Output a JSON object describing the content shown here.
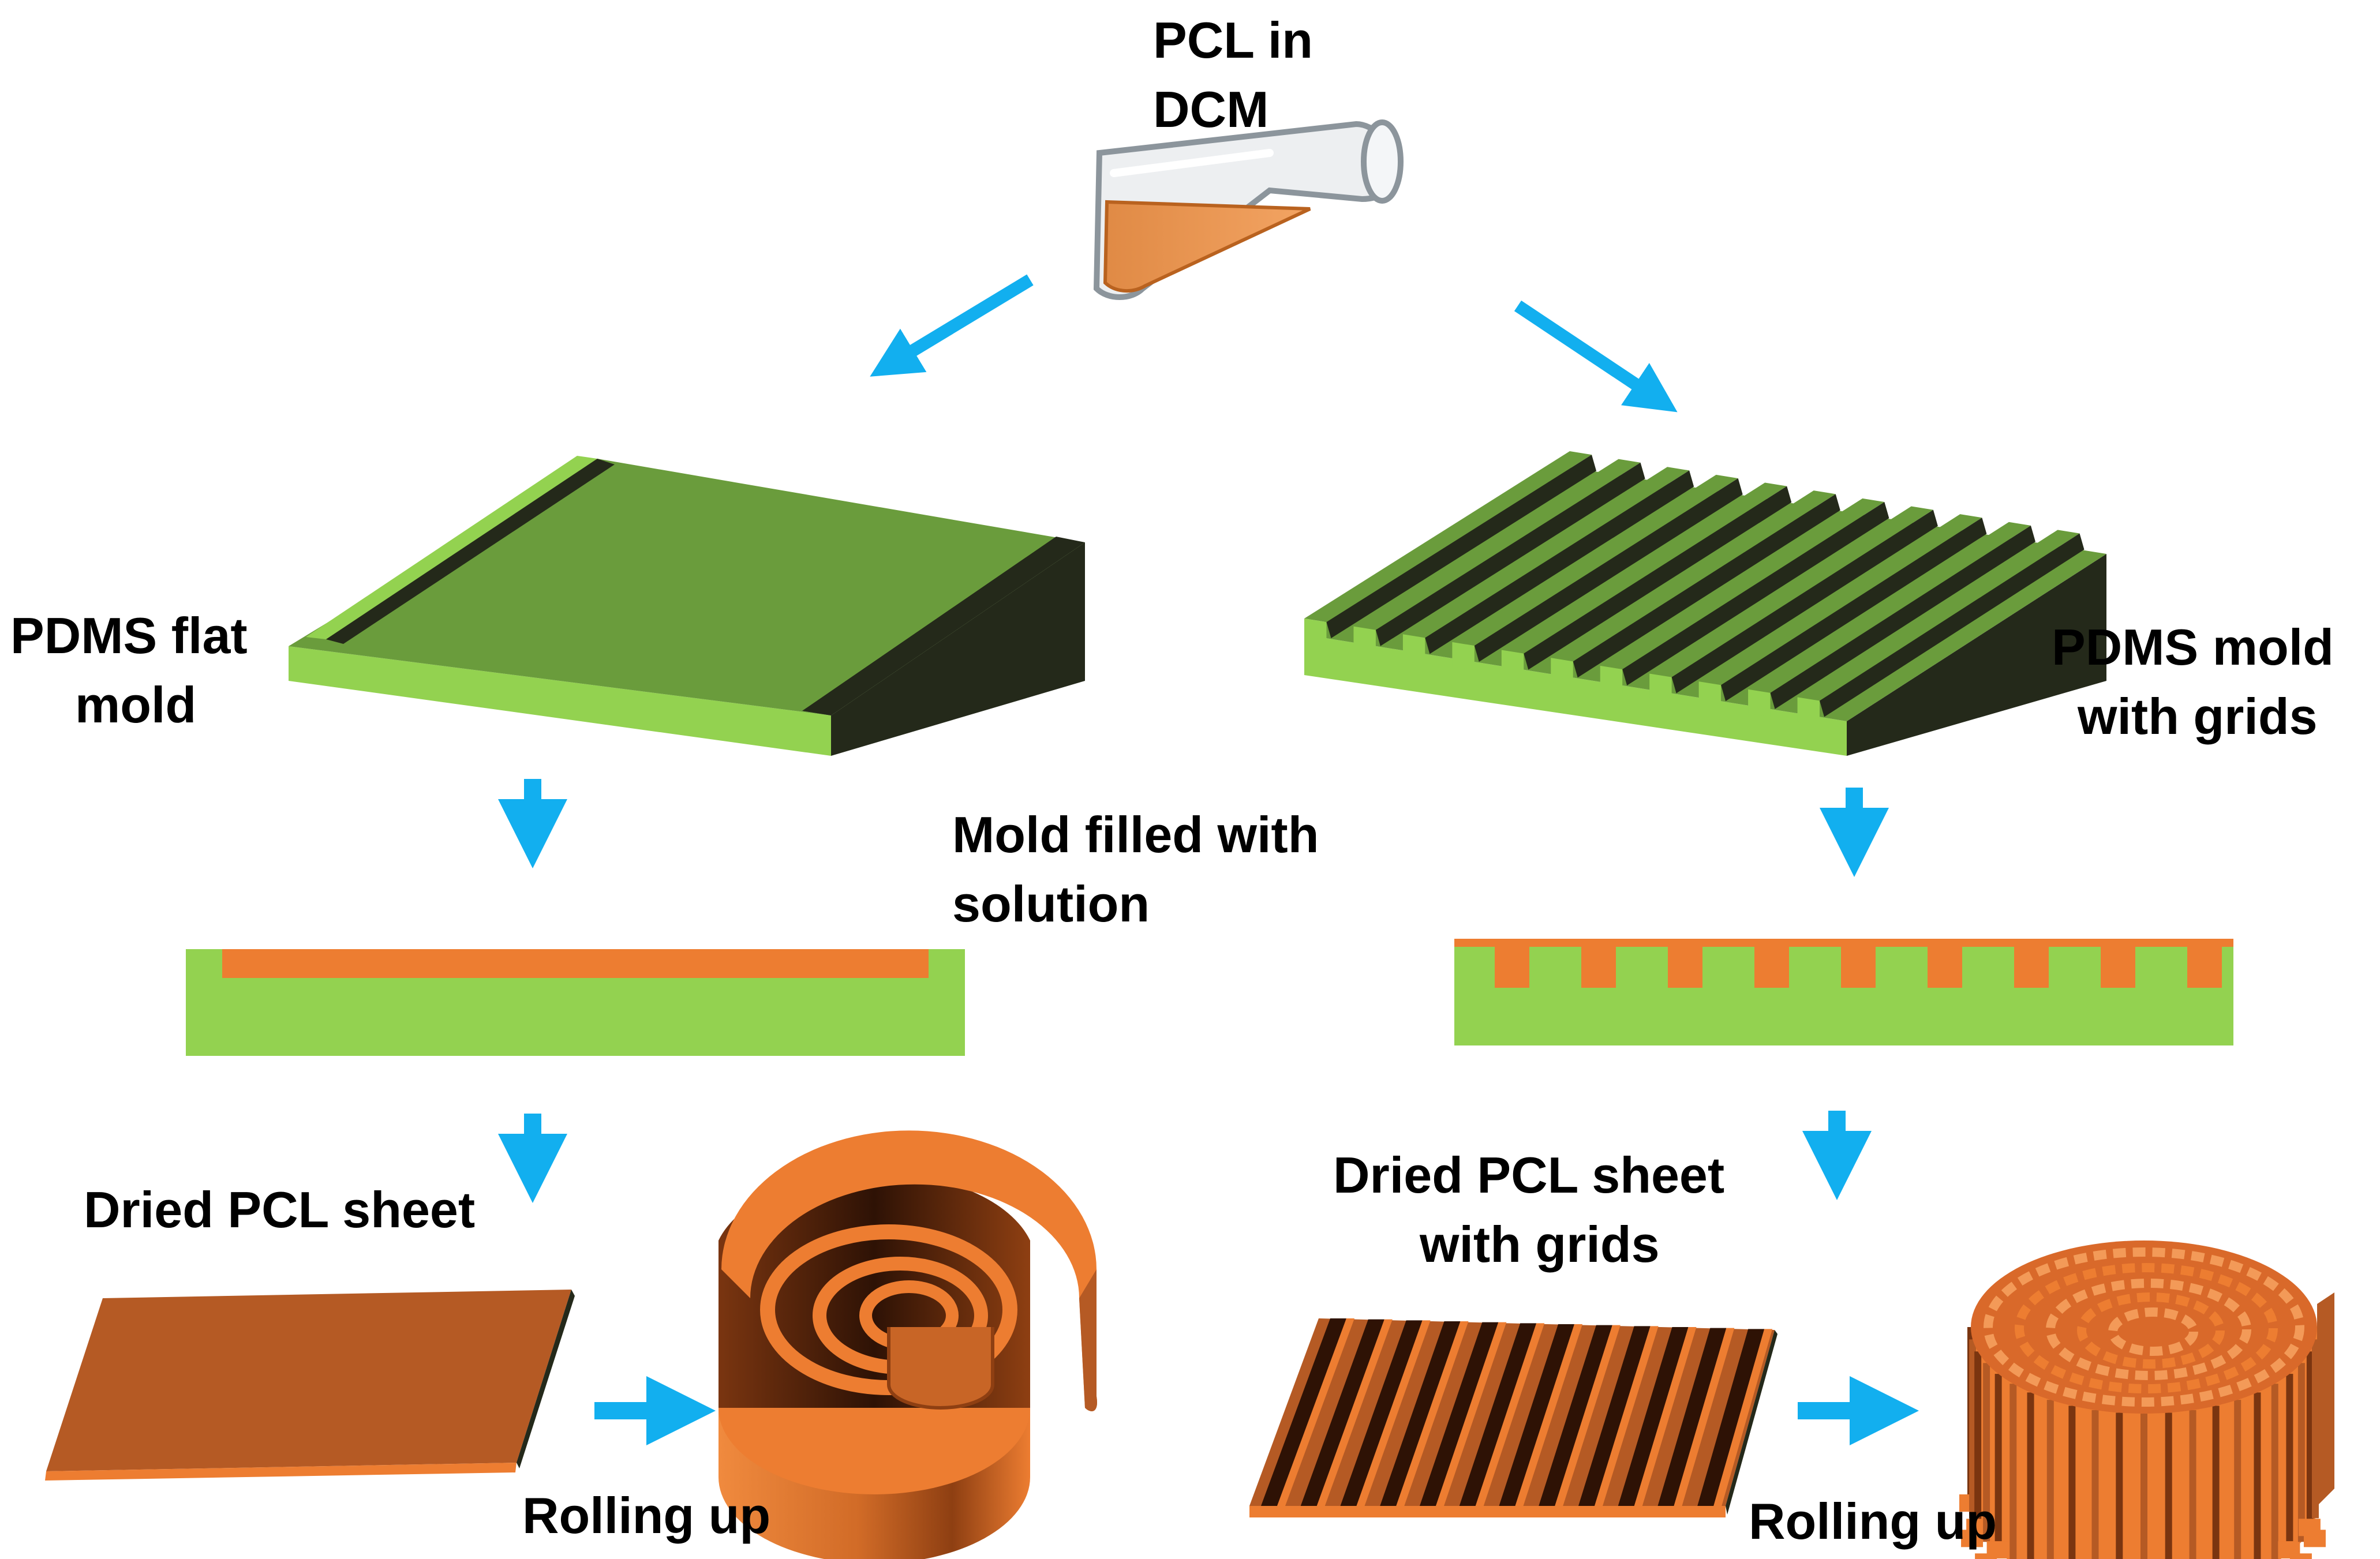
{
  "colors": {
    "green_top": "#6A9C3C",
    "green_side": "#93D250",
    "dark_side": "#24291A",
    "orange": "#ED7D31",
    "orange_dark": "#B55A24",
    "arrow_blue": "#12AFEF"
  },
  "labels": {
    "pcl_in_dcm_line1": "PCL in",
    "pcl_in_dcm_line2": "DCM",
    "pdms_flat_mold_line1": "PDMS flat",
    "pdms_flat_mold_line2": "mold",
    "pdms_mold_grids_line1": "PDMS mold",
    "pdms_mold_grids_line2": "with grids",
    "mold_filled_line1": "Mold filled with",
    "mold_filled_line2": "solution",
    "dried_sheet": "Dried PCL sheet",
    "dried_sheet_grids_line1": "Dried PCL sheet",
    "dried_sheet_grids_line2": "with grids",
    "rolling_up_left": "Rolling up",
    "rolling_up_right": "Rolling up"
  },
  "icons": [
    "flask-icon",
    "arrow-icon",
    "spiral-roll-icon",
    "grid-roll-icon"
  ]
}
